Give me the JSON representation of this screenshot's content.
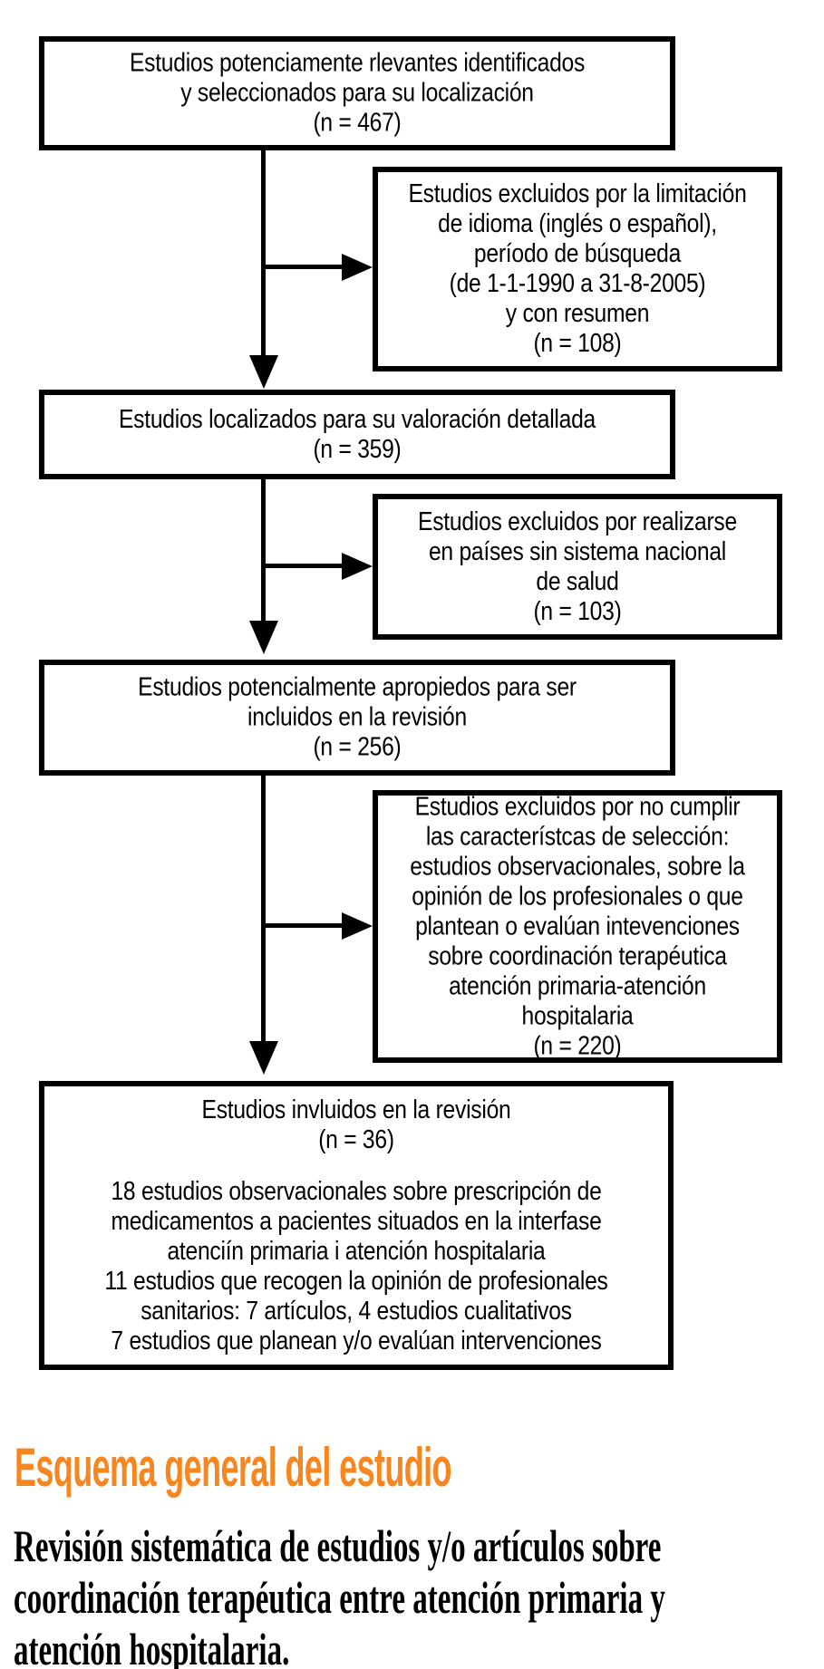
{
  "figure": {
    "boxes": {
      "identified": {
        "lines": [
          "Estudios potenciamente rlevantes identificados",
          "y seleccionados para su localización",
          "(n = 467)"
        ]
      },
      "excluded_language": {
        "lines": [
          "Estudios excluidos por la limitación",
          "de idioma (inglés o español),",
          "período de búsqueda",
          "(de 1-1-1990 a 31-8-2005)",
          "y con resumen",
          "(n = 108)"
        ]
      },
      "located": {
        "lines": [
          "Estudios localizados para su valoración detallada",
          "(n = 359)"
        ]
      },
      "excluded_countries": {
        "lines": [
          "Estudios excluidos por realizarse",
          "en países sin sistema nacional",
          "de salud",
          "(n = 103)"
        ]
      },
      "appropriate": {
        "lines": [
          "Estudios potencialmente apropiedos para ser",
          "incluidos en la revisión",
          "(n = 256)"
        ]
      },
      "excluded_criteria": {
        "lines": [
          "Estudios excluidos por no cumplir",
          "las característcas de selección:",
          "estudios observacionales, sobre la",
          "opinión de los profesionales o que",
          "plantean o evalúan intevenciones",
          "sobre coordinación terapéutica",
          "atención primaria-atención",
          "hospitalaria",
          "(n = 220)"
        ]
      },
      "included": {
        "title_lines": [
          "Estudios invluidos en la revisión",
          "(n = 36)"
        ],
        "detail_lines": [
          "18 estudios observacionales sobre prescripción de",
          "medicamentos a pacientes situados en la interfase",
          "atenciín primaria i atención hospitalaria",
          "11 estudios que recogen la opinión de profesionales",
          "sanitarios: 7 artículos, 4 estudios cualitativos",
          "7 estudios que planean y/o evalúan intervenciones"
        ]
      }
    }
  },
  "section": {
    "heading": "Esquema general del estudio",
    "paragraph_lines": [
      "Revisión sistemática de estudios y/o artículos sobre",
      "coordinación terapéutica entre atención primaria y",
      "atención hospitalaria."
    ]
  },
  "colors": {
    "heading_orange": "#F6861F",
    "diagram_black": "#000000",
    "background": "#FFFFFF"
  }
}
